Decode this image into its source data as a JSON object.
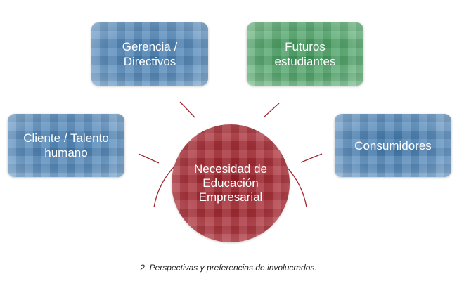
{
  "nodes": {
    "gerencia": "Gerencia /\nDirectivos",
    "futuros": "Futuros\nestudiantes",
    "cliente": "Cliente / Talento\nhumano",
    "consumidores": "Consumidores",
    "center": "Necesidad de\nEducación\nEmpresarial"
  },
  "caption": "2. Perspectivas y preferencias de involucrados.",
  "colors": {
    "blue": "#4a7fb3",
    "green": "#4c9d63",
    "red": "#a3262f",
    "connector": "#a3262f"
  }
}
